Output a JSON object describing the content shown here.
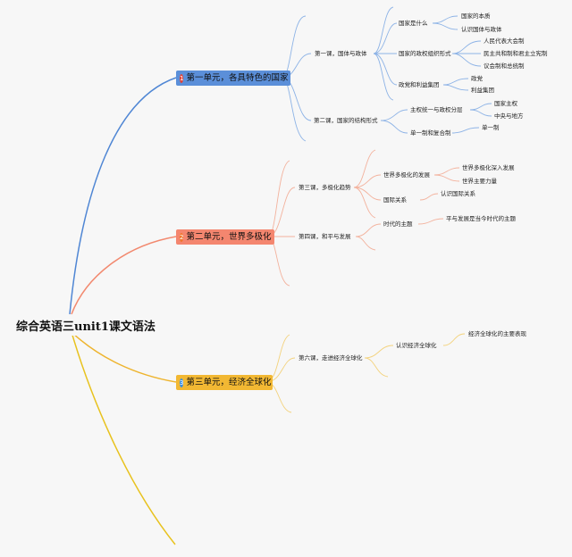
{
  "root": {
    "label": "综合英语三unit1课文语法"
  },
  "colors": {
    "unit1": "#5b8fd9",
    "unit2": "#f4866f",
    "unit3": "#f2b833"
  },
  "units": [
    {
      "number": "1",
      "label": "第一单元，各具特色的国家",
      "lessons": [
        {
          "label": "第一课，国体与政体",
          "topics": [
            {
              "label": "国家是什么",
              "items": [
                "国家的本质",
                "认识国体与政体"
              ]
            },
            {
              "label": "国家的政权组织形式",
              "items": [
                "人民代表大会制",
                "民主共和制和君主立宪制",
                "议会制和总统制"
              ]
            },
            {
              "label": "政党和利益集团",
              "items": [
                "政党",
                "利益集团"
              ]
            }
          ]
        },
        {
          "label": "第二课，国家的结构形式",
          "topics": [
            {
              "label": "主权统一与政权分层",
              "items": [
                "国家主权",
                "中央与地方"
              ]
            },
            {
              "label": "单一制和复合制",
              "items": [
                "单一制"
              ]
            }
          ]
        }
      ]
    },
    {
      "number": "2",
      "label": "第二单元，世界多极化",
      "lessons": [
        {
          "label": "第三课，多极化趋势",
          "topics": [
            {
              "label": "世界多极化的发展",
              "items": [
                "世界多极化深入发展",
                "世界主要力量"
              ]
            },
            {
              "label": "国际关系",
              "items": [
                "认识国际关系"
              ]
            }
          ]
        },
        {
          "label": "第四课，和平与发展",
          "topics": [
            {
              "label": "时代的主题",
              "items": [
                "平与发展是当今时代的主题"
              ]
            }
          ]
        }
      ]
    },
    {
      "number": "3",
      "label": "第三单元，经济全球化",
      "lessons": [
        {
          "label": "第六课，走进经济全球化",
          "topics": [
            {
              "label": "认识经济全球化",
              "items": [
                "经济全球化的主要表现"
              ]
            }
          ]
        }
      ]
    }
  ]
}
